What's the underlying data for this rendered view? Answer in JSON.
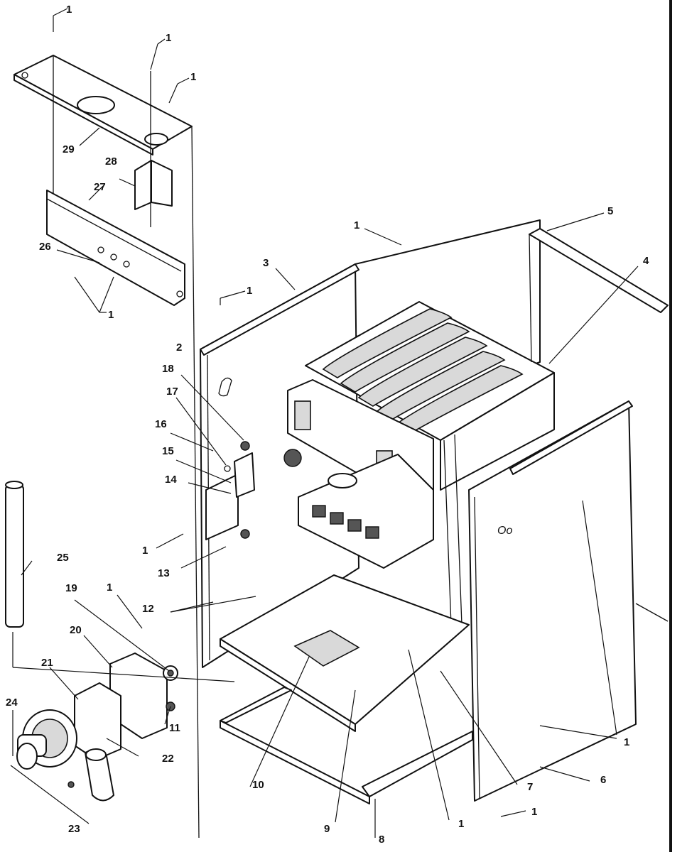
{
  "callouts": {
    "c1": "1",
    "c2": "2",
    "c3": "3",
    "c4": "4",
    "c5": "5",
    "c6": "6",
    "c7": "7",
    "c8": "8",
    "c9": "9",
    "c10": "10",
    "c11": "11",
    "c12": "12",
    "c13": "13",
    "c14": "14",
    "c15": "15",
    "c16": "16",
    "c17": "17",
    "c18": "18",
    "c19": "19",
    "c20": "20",
    "c21": "21",
    "c22": "22",
    "c23": "23",
    "c24": "24",
    "c25": "25",
    "c26": "26",
    "c27": "27",
    "c28": "28",
    "c29": "29"
  },
  "panel_marking": "Oo"
}
